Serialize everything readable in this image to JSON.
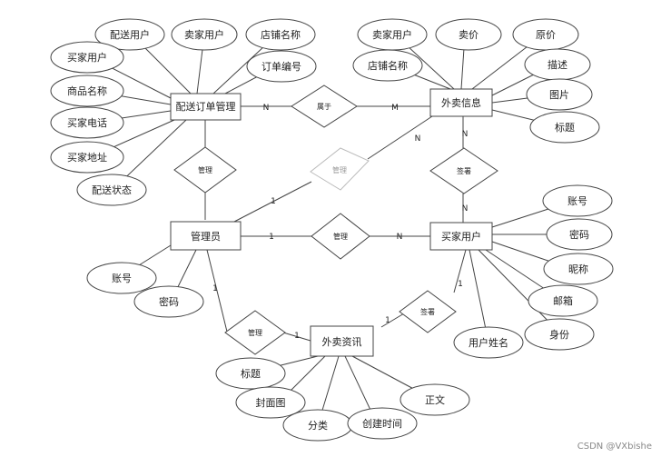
{
  "entities": {
    "delivery_order": "配送订单管理",
    "takeout_info": "外卖信息",
    "admin": "管理员",
    "buyer": "买家用户",
    "takeout_news": "外卖资讯"
  },
  "relationships": {
    "belongs_to": "属于",
    "manage_order": "管理",
    "manage_info": "管理",
    "manage_buyer": "管理",
    "manage_news": "管理",
    "register_info": "签署",
    "register_news": "签署"
  },
  "attributes": {
    "delivery_order": [
      "配送用户",
      "卖家用户",
      "店铺名称",
      "订单编号",
      "买家用户",
      "商品名称",
      "买家电话",
      "买家地址",
      "配送状态"
    ],
    "takeout_info": [
      "卖家用户",
      "卖价",
      "原价",
      "店铺名称",
      "描述",
      "图片",
      "标题"
    ],
    "buyer": [
      "账号",
      "密码",
      "昵称",
      "邮箱",
      "身份",
      "用户姓名"
    ],
    "admin": [
      "账号",
      "密码"
    ],
    "takeout_news": [
      "标题",
      "封面图",
      "分类",
      "创建时间",
      "正文"
    ]
  },
  "cardinality": {
    "order_belongs": "N",
    "info_belongs": "M",
    "admin_info": "1",
    "info_admin": "N",
    "info_buyer_top": "N",
    "info_buyer_bottom": "N",
    "admin_buyer": "1",
    "buyer_admin": "N",
    "admin_news": "1",
    "news_admin": "1",
    "news_buyer": "1",
    "buyer_news": "1"
  },
  "watermark": "CSDN @VXbishe"
}
